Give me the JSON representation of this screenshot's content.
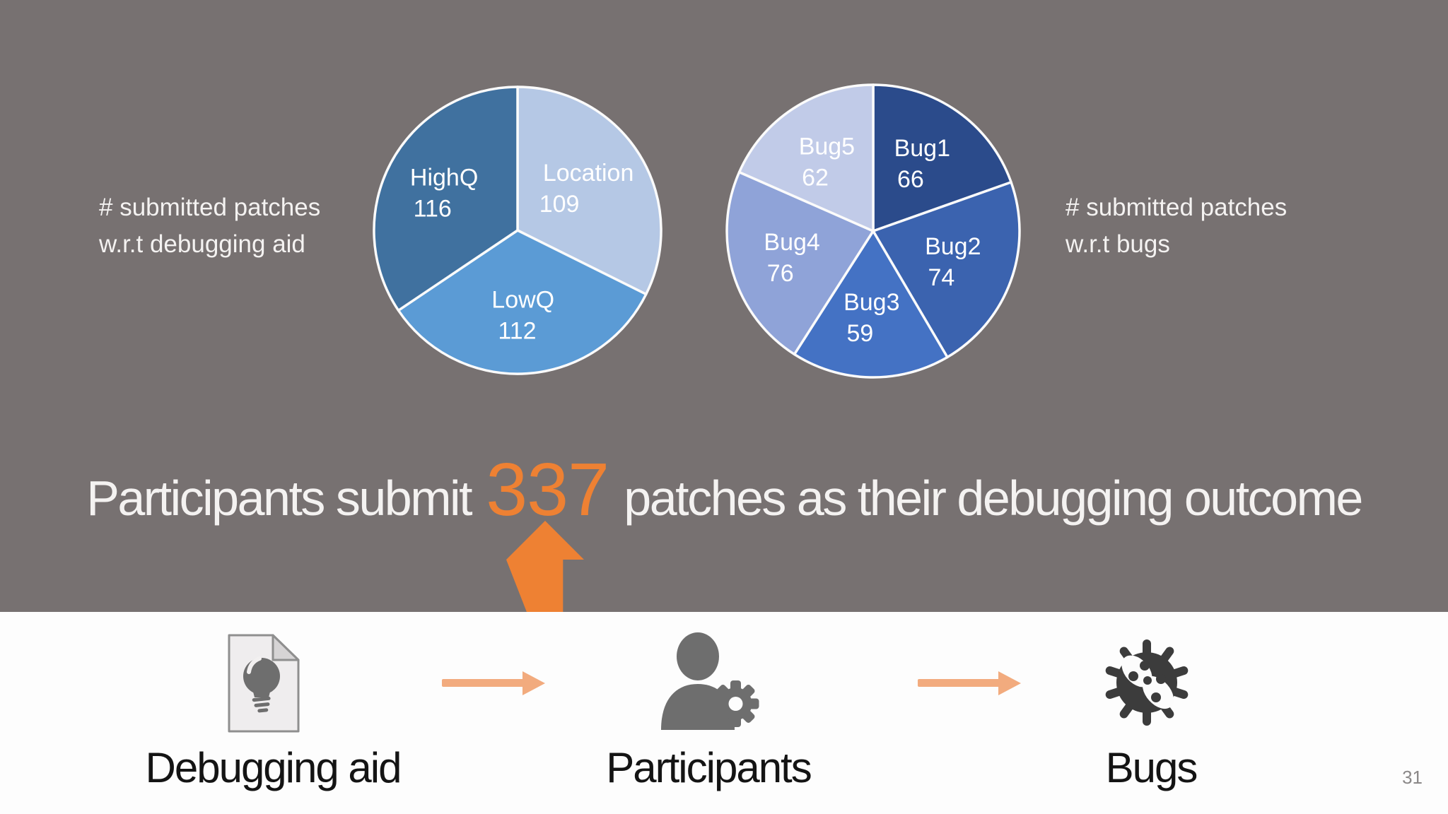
{
  "page_number": "31",
  "headline": {
    "prefix": "Participants submit",
    "highlight": "337",
    "suffix": "patches as their debugging outcome"
  },
  "captions": {
    "left": {
      "line1": "# submitted patches",
      "line2": "w.r.t debugging aid"
    },
    "right": {
      "line1": "# submitted patches",
      "line2": "w.r.t bugs"
    }
  },
  "pipeline": {
    "items": [
      {
        "label": "Debugging aid",
        "icon": "document-lightbulb-icon"
      },
      {
        "label": "Participants",
        "icon": "person-gear-icon"
      },
      {
        "label": "Bugs",
        "icon": "bug-icon"
      }
    ]
  },
  "colors": {
    "bg_gray": "#777171",
    "panel_white": "#fdfdfd",
    "text_white": "#f4f2f1",
    "accent_orange": "#ee8133",
    "arrow_light": "#f2ab7e",
    "icon_gray": "#6e6e6e",
    "icon_dark": "#3c3c3c",
    "label_black": "#141414",
    "page_num_gray": "#8b8888",
    "pie_stroke": "#fbfbfb"
  },
  "chart_data": [
    {
      "type": "pie",
      "title": "# submitted patches w.r.t debugging aid",
      "order": "clockwise from 12 o'clock",
      "labels": [
        "Location",
        "LowQ",
        "HighQ"
      ],
      "values": [
        109,
        112,
        116
      ],
      "colors": [
        "#b5c8e5",
        "#5b9bd5",
        "#40719f"
      ],
      "label_position": "inside, name over value, white text",
      "legend": "none",
      "total": 337
    },
    {
      "type": "pie",
      "title": "# submitted patches w.r.t bugs",
      "order": "clockwise from 12 o'clock",
      "labels": [
        "Bug1",
        "Bug2",
        "Bug3",
        "Bug4",
        "Bug5"
      ],
      "values": [
        66,
        74,
        59,
        76,
        62
      ],
      "colors": [
        "#2b4b8b",
        "#3b63af",
        "#4472c4",
        "#8fa3d8",
        "#c1cbe8"
      ],
      "label_position": "inside, name over value, white text",
      "legend": "none",
      "total": 337
    }
  ]
}
